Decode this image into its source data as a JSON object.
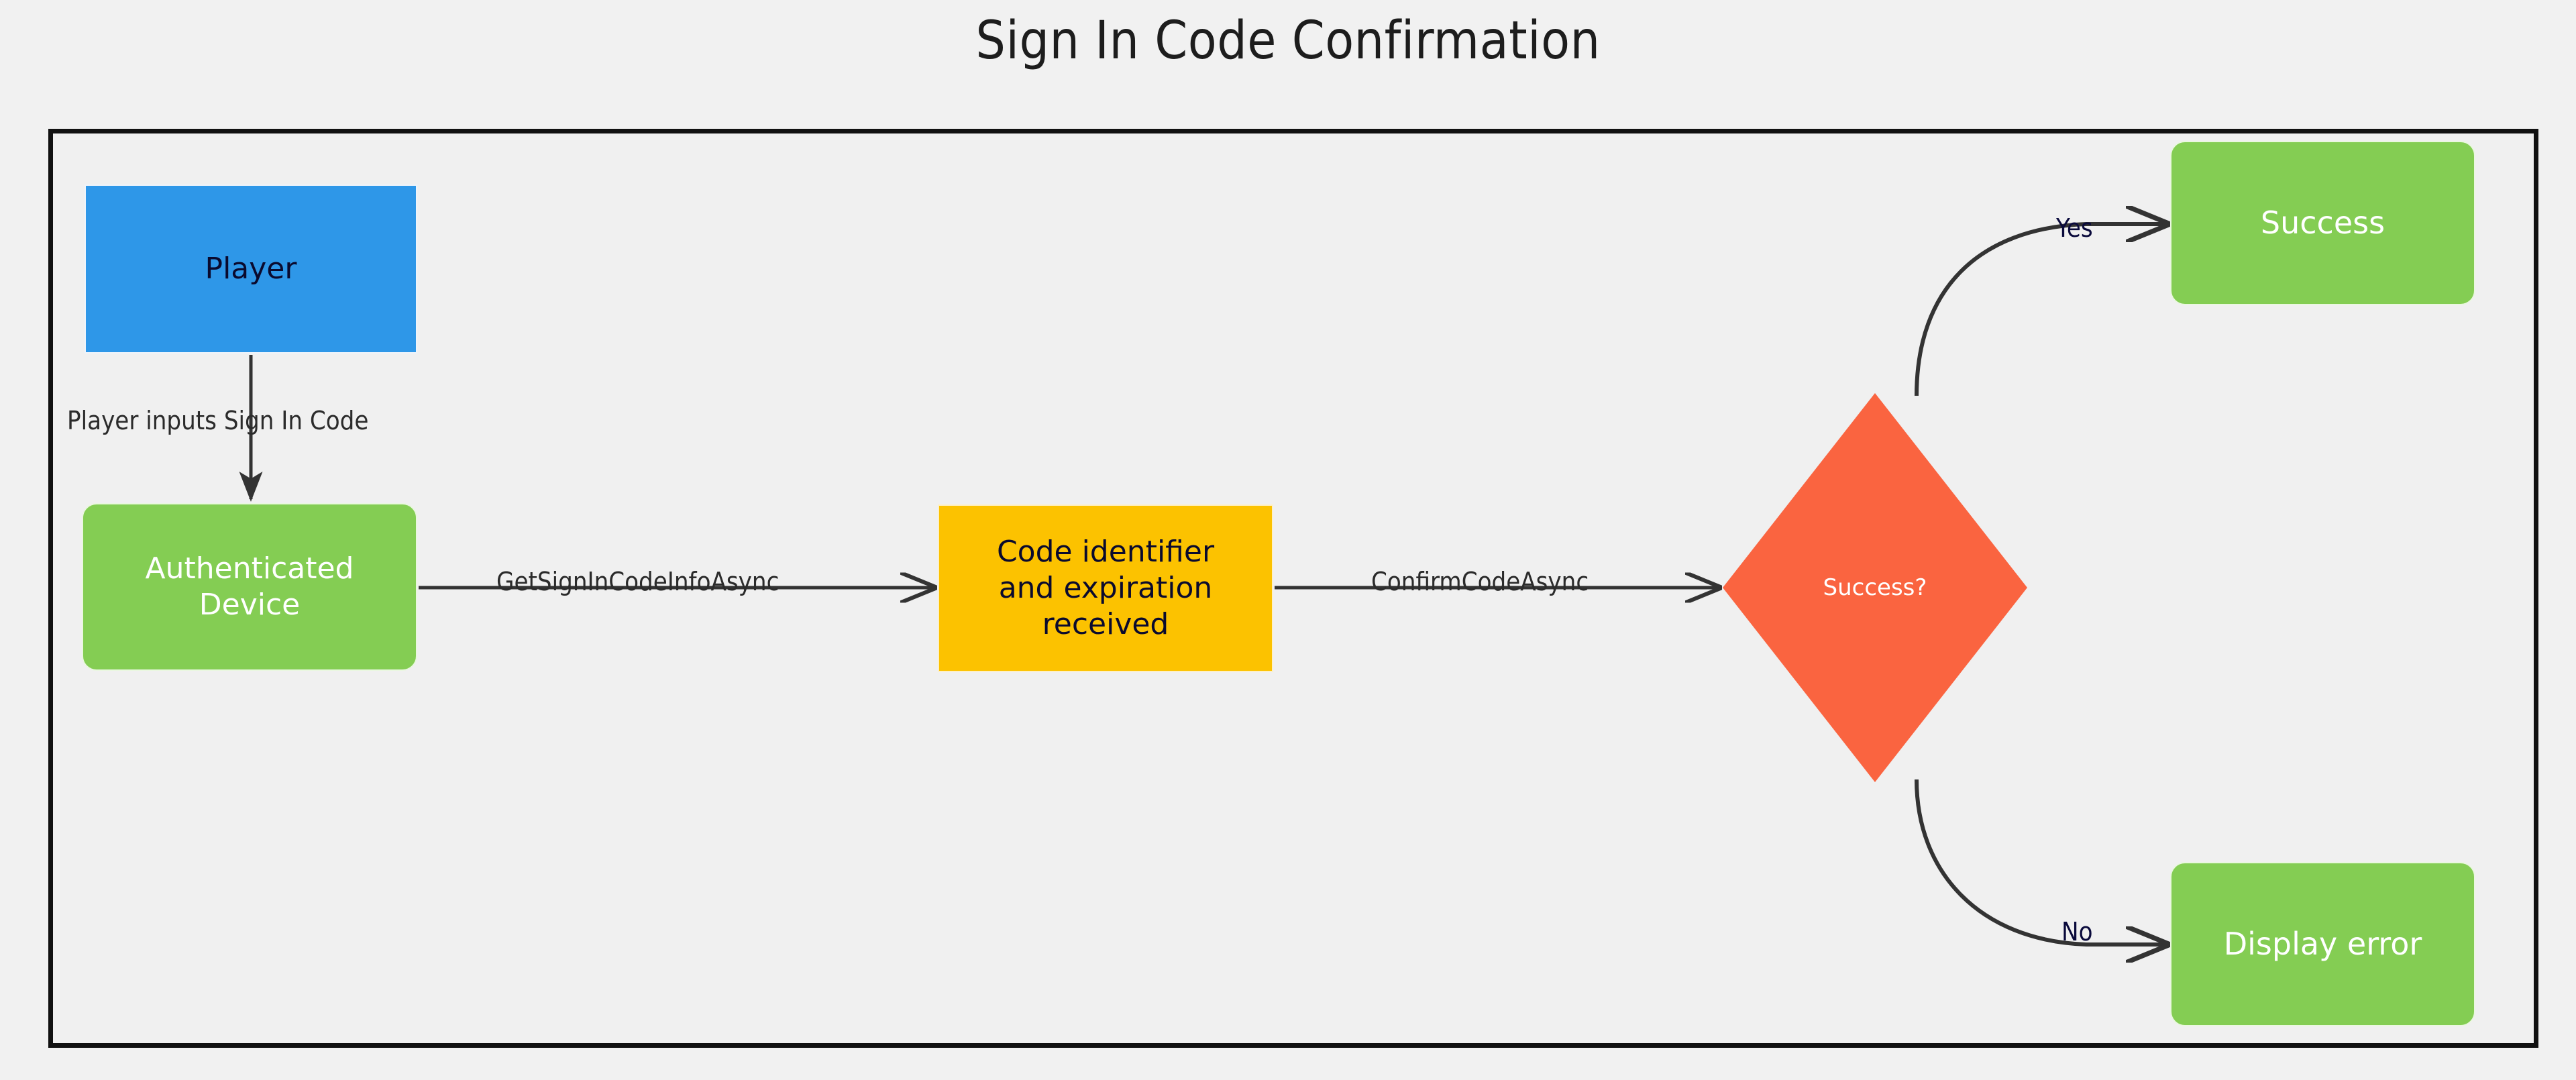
{
  "title": "Sign In Code Confirmation",
  "colors": {
    "page_background": "#f1f1f1",
    "frame_background": "#f0f0f0",
    "frame_border": "#111111",
    "actor_blue": "#2e97e8",
    "process_green": "#84cd53",
    "data_amber": "#fcc200",
    "decision_orange": "#fa6440",
    "edge_stroke": "#333333",
    "title_text": "#1d1d1d",
    "dark_text": "#0a0a2e",
    "light_text": "#ffffff",
    "branch_label_text": "#0a0a3c"
  },
  "chart_data": {
    "type": "diagram",
    "title": "Sign In Code Confirmation",
    "nodes": [
      {
        "id": "player",
        "label": "Player",
        "shape": "rectangle",
        "fill": "#2e97e8",
        "text_color": "#0a0a2e"
      },
      {
        "id": "device",
        "label": "Authenticated Device",
        "shape": "rounded",
        "fill": "#84cd53",
        "text_color": "#ffffff"
      },
      {
        "id": "code",
        "label": "Code identifier and expiration received",
        "shape": "rectangle",
        "fill": "#fcc200",
        "text_color": "#0a0a2e"
      },
      {
        "id": "decision",
        "label": "Success?",
        "shape": "diamond",
        "fill": "#fa6440",
        "text_color": "#ffffff"
      },
      {
        "id": "success",
        "label": "Success",
        "shape": "rounded",
        "fill": "#84cd53",
        "text_color": "#ffffff"
      },
      {
        "id": "error",
        "label": "Display error",
        "shape": "rounded",
        "fill": "#84cd53",
        "text_color": "#ffffff"
      }
    ],
    "edges": [
      {
        "from": "player",
        "to": "device",
        "label": "Player inputs Sign In Code"
      },
      {
        "from": "device",
        "to": "code",
        "label": "GetSignInCodeInfoAsync"
      },
      {
        "from": "code",
        "to": "decision",
        "label": "ConfirmCodeAsync"
      },
      {
        "from": "decision",
        "to": "success",
        "label": "Yes"
      },
      {
        "from": "decision",
        "to": "error",
        "label": "No"
      }
    ]
  },
  "nodes": {
    "player": {
      "label": "Player"
    },
    "device": {
      "line1": "Authenticated",
      "line2": "Device"
    },
    "code": {
      "line1": "Code identifier",
      "line2": "and expiration",
      "line3": "received"
    },
    "decision": {
      "label": "Success?"
    },
    "success": {
      "label": "Success"
    },
    "error": {
      "label": "Display error"
    }
  },
  "edge_labels": {
    "player_to_device": "Player inputs Sign In Code",
    "device_to_code": "GetSignInCodeInfoAsync",
    "code_to_decision": "ConfirmCodeAsync",
    "decision_yes": "Yes",
    "decision_no": "No"
  }
}
